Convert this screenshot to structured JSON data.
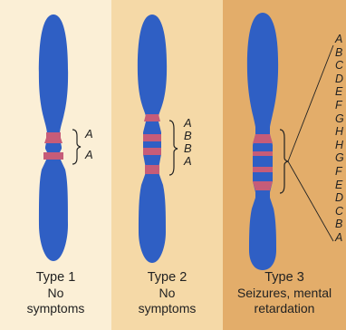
{
  "colors": {
    "panel1": "#fbefd6",
    "panel2": "#f5d9a7",
    "panel3": "#e3ad6a",
    "chromosome": "#2f5fc4",
    "repeat_band": "#c65c78",
    "text": "#222222"
  },
  "panels": [
    {
      "type_label": "Type 1",
      "description": "No symptoms",
      "description_lines": [
        "No",
        "symptoms"
      ],
      "repeat_labels": [
        "A",
        "A"
      ]
    },
    {
      "type_label": "Type 2",
      "description": "No symptoms",
      "description_lines": [
        "No",
        "symptoms"
      ],
      "repeat_labels": [
        "A",
        "B",
        "B",
        "A"
      ]
    },
    {
      "type_label": "Type 3",
      "description": "Seizures, mental retardation",
      "description_lines": [
        "Seizures, mental",
        "retardation"
      ],
      "repeat_labels": [
        "A",
        "B",
        "C",
        "D",
        "E",
        "F",
        "G",
        "H",
        "H",
        "G",
        "F",
        "E",
        "D",
        "C",
        "B",
        "A"
      ]
    }
  ]
}
